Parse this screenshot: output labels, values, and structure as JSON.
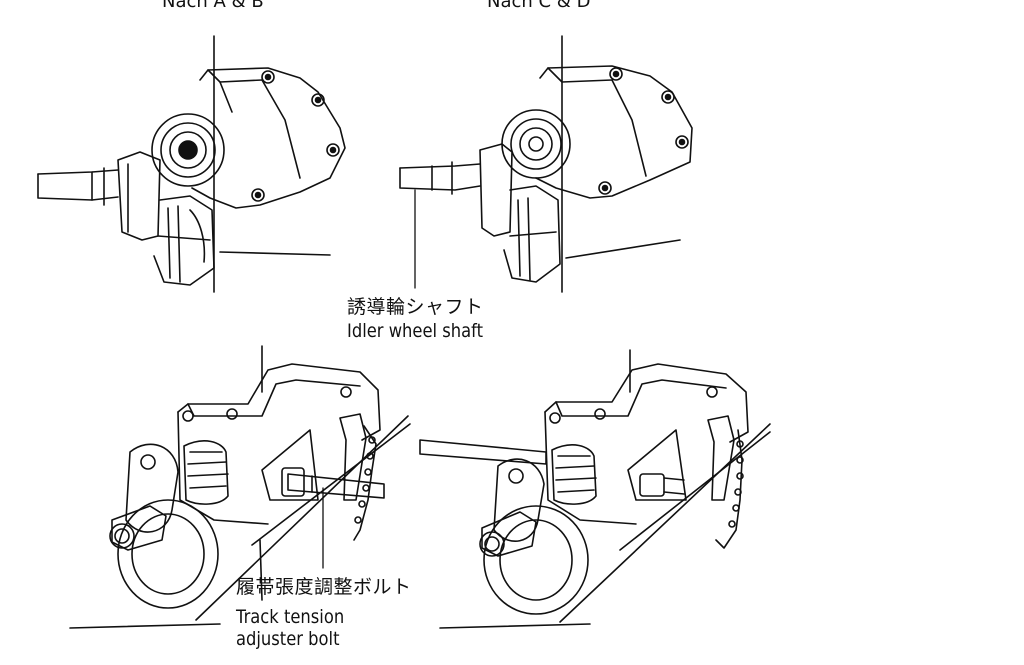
{
  "figures": {
    "top_left_caption": "Nach A & B",
    "top_right_caption": "Nach C & D"
  },
  "callouts": {
    "idler_wheel_shaft": {
      "ja": "誘導輪シャフト",
      "en": "Idler wheel shaft"
    },
    "track_tension_bolt": {
      "ja": "履帯張度調整ボルト",
      "en_line1": "Track tension",
      "en_line2": "adjuster bolt"
    }
  }
}
